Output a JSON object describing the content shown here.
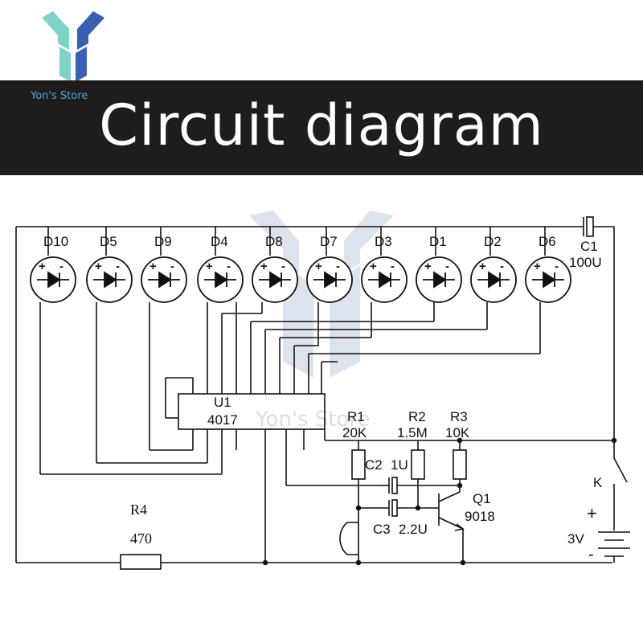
{
  "banner": {
    "title": "Circuit diagram",
    "store_name": "Yon's Store"
  },
  "watermark": {
    "text": "Yon's Store"
  },
  "colors": {
    "banner_bg": "#1f1c1c",
    "banner_text": "#ffffff",
    "logo_teal": "#7fd3c6",
    "logo_blue": "#3a5fb0",
    "wire": "#111111"
  },
  "leds": [
    "D10",
    "D5",
    "D9",
    "D4",
    "D8",
    "D7",
    "D3",
    "D1",
    "D2",
    "D6"
  ],
  "ic": {
    "ref": "U1",
    "part": "4017"
  },
  "components": {
    "c1": {
      "ref": "C1",
      "value": "100U"
    },
    "r1": {
      "ref": "R1",
      "value": "20K"
    },
    "r2": {
      "ref": "R2",
      "value": "1.5M"
    },
    "r3": {
      "ref": "R3",
      "value": "10K"
    },
    "c2": {
      "ref": "C2",
      "value": "1U"
    },
    "c3": {
      "ref": "C3",
      "value": "2.2U"
    },
    "q1": {
      "ref": "Q1",
      "value": "9018"
    },
    "r4": {
      "ref": "R4",
      "value": "470"
    },
    "k": {
      "ref": "K"
    },
    "battery": {
      "voltage": "3V",
      "plus": "+",
      "minus": "-"
    }
  },
  "led_polarity": {
    "plus": "+",
    "minus": "-"
  }
}
